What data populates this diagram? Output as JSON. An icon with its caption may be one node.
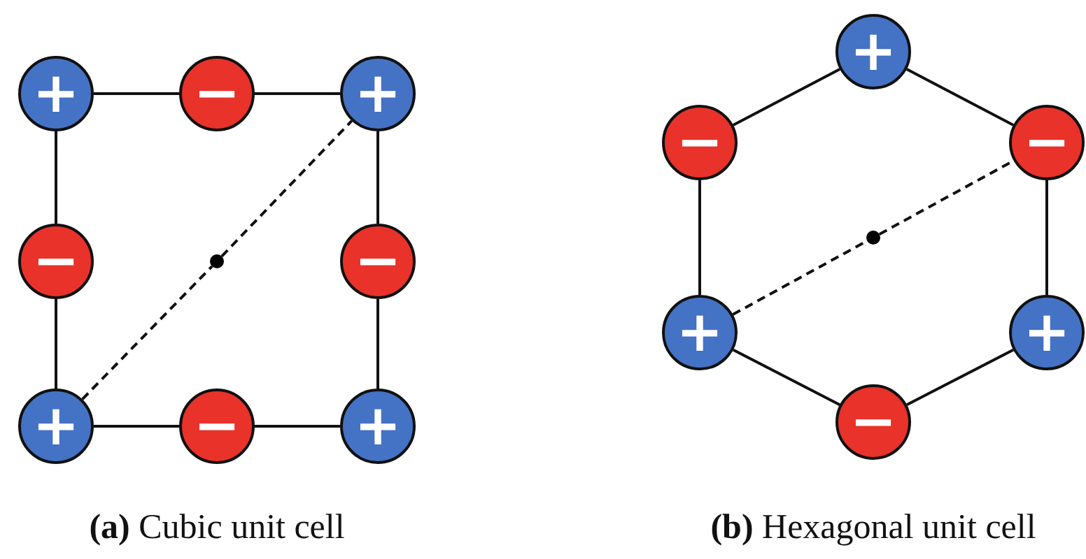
{
  "diagram": {
    "nodes": [
      {
        "text": [
          "+"
        ]
      },
      {
        "text": [
          "−"
        ]
      },
      {
        "text": [
          "+"
        ]
      },
      {
        "text": [
          "−"
        ]
      },
      {
        "text": [],
        "shape": "circle"
      },
      {
        "text": [
          "−"
        ]
      },
      {
        "text": [
          "+"
        ]
      },
      {
        "text": [
          "−"
        ]
      },
      {
        "text": [
          "+"
        ]
      },
      {
        "text": [
          "+"
        ]
      },
      {
        "text": [
          "−"
        ]
      },
      {
        "text": [
          "−"
        ]
      },
      {
        "text": [],
        "shape": "circle"
      },
      {
        "text": [
          "+"
        ]
      },
      {
        "text": [
          "+"
        ]
      },
      {
        "text": [
          "−"
        ]
      }
    ],
    "edges": [
      {
        "from": 0,
        "to": 1,
        "arrow": "none"
      },
      {
        "from": 1,
        "to": 2,
        "arrow": "none"
      },
      {
        "from": 0,
        "to": 3,
        "arrow": "none"
      },
      {
        "from": 2,
        "to": 5,
        "arrow": "none"
      },
      {
        "from": 3,
        "to": 6,
        "arrow": "none"
      },
      {
        "from": 5,
        "to": 8,
        "arrow": "none"
      },
      {
        "from": 6,
        "to": 7,
        "arrow": "none"
      },
      {
        "from": 7,
        "to": 8,
        "arrow": "none"
      },
      {
        "from": 6,
        "to": 4,
        "arrow": "none",
        "style": "dashed"
      },
      {
        "from": 4,
        "to": 2,
        "arrow": "none",
        "style": "dashed"
      },
      {
        "from": 9,
        "to": 10,
        "arrow": "none"
      },
      {
        "from": 9,
        "to": 11,
        "arrow": "none"
      },
      {
        "from": 10,
        "to": 13,
        "arrow": "none"
      },
      {
        "from": 11,
        "to": 14,
        "arrow": "none"
      },
      {
        "from": 13,
        "to": 15,
        "arrow": "none"
      },
      {
        "from": 14,
        "to": 15,
        "arrow": "none"
      },
      {
        "from": 13,
        "to": 12,
        "arrow": "none",
        "style": "dashed"
      },
      {
        "from": 12,
        "to": 11,
        "arrow": "none",
        "style": "dashed"
      }
    ],
    "labels": [
      "**(a)** Cubic unit cell",
      "**(b)** Hexagonal unit cell"
    ]
  }
}
